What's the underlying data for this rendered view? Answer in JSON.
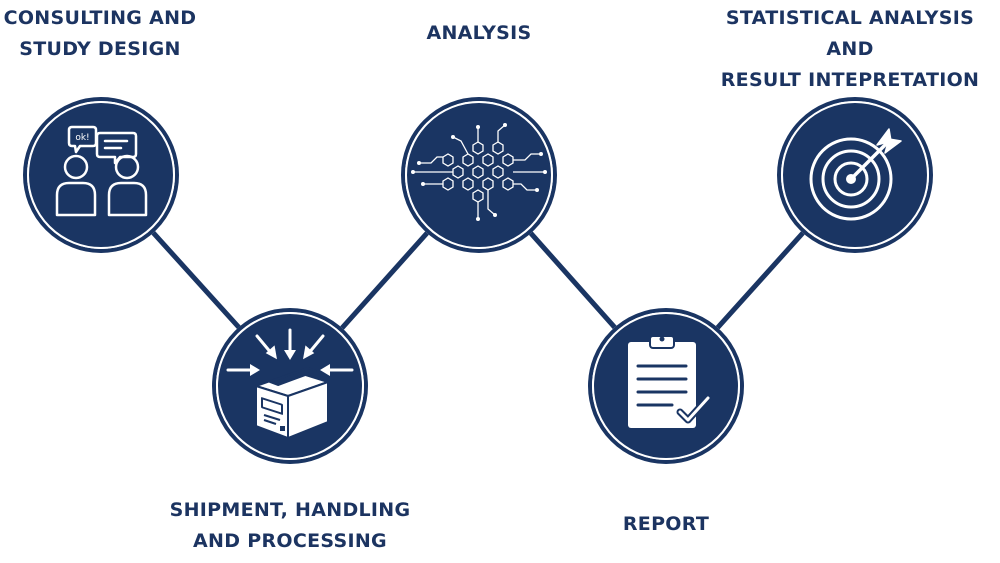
{
  "diagram": {
    "accent_color": "#1a3563",
    "steps": [
      {
        "label": "CONSULTING AND\nSTUDY DESIGN",
        "icon": "consultation-chat-icon"
      },
      {
        "label": "SHIPMENT, HANDLING\nAND PROCESSING",
        "icon": "package-box-icon"
      },
      {
        "label": "ANALYSIS",
        "icon": "hexagon-network-icon"
      },
      {
        "label": "REPORT",
        "icon": "clipboard-check-icon"
      },
      {
        "label": "STATISTICAL ANALYSIS AND\nRESULT INTEPRETATION",
        "icon": "target-arrow-icon"
      }
    ]
  }
}
